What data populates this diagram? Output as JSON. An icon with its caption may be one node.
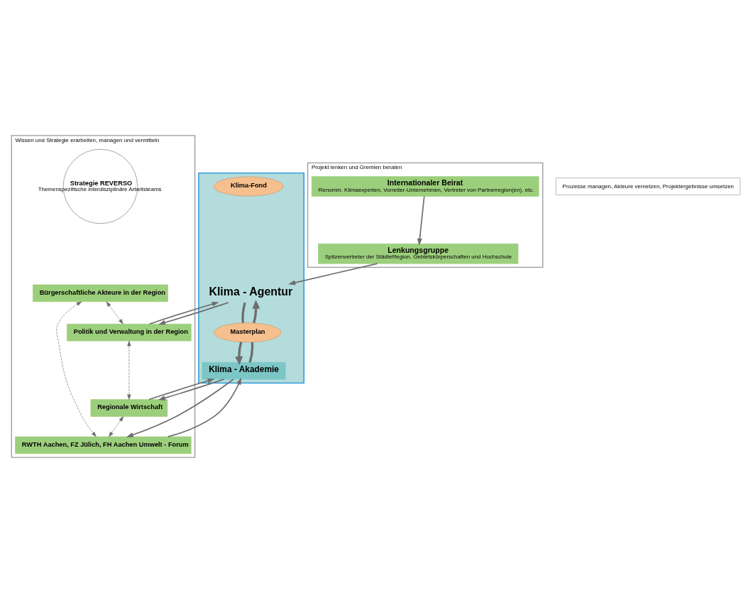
{
  "diagram": {
    "nodes": [
      {
        "text": [
          "Projekt lenken und Gremien beraten"
        ]
      },
      {
        "text": [
          "Lenkungsgruppe",
          "Spitzenvertreter der StädteRegion, Gebietskörperschaften und Hochschule"
        ],
        "in": 0
      },
      {
        "text": [
          "Internationaler Beirat",
          "Renomm. Klimaexperten, Vorreiter-Unternehmen, Vertreter von Partnerregion(en), etc."
        ],
        "in": 0
      },
      {
        "text": [
          "Prozesse managen, Akteure vernetzen, Projektergebnisse umsetzen"
        ]
      },
      {
        "text": [
          "Klima - Agentur"
        ]
      },
      {
        "text": [
          "Masterplan"
        ],
        "in": 4
      },
      {
        "text": [
          "Klima-Fond"
        ],
        "in": 4
      },
      {
        "text": [
          "Wissen und Strategie erarbeiten, managen und vermitteln"
        ]
      },
      {
        "text": [
          "Politik und Verwaltung in der Region"
        ],
        "in": 7
      },
      {
        "text": [
          "Bürgerschaftliche Akteure in der Region"
        ],
        "in": 7
      },
      {
        "text": [
          "Strategie REVERSO",
          "Themenspezifische interdisziplinäre Arbeitsteams"
        ],
        "in": 7
      },
      {
        "text": [
          "Regionale Wirtschaft"
        ],
        "in": 7
      },
      {
        "text": [
          "RWTH Aachen, FZ Jülich, FH Aachen Umwelt - Forum"
        ],
        "in": 7
      },
      {
        "text": [
          "Klima - Akademie"
        ],
        "in": 4
      }
    ],
    "edges": [
      {
        "from": 2,
        "to": 1,
        "arrow": "to"
      },
      {
        "from": 1,
        "to": 4,
        "arrow": "to"
      },
      {
        "from": 5,
        "to": 4,
        "arrow": "to",
        "style": "thick"
      },
      {
        "from": 4,
        "to": 5,
        "arrow": "none",
        "style": "thick"
      },
      {
        "from": 5,
        "to": 13,
        "arrow": "to",
        "style": "thick"
      },
      {
        "from": 13,
        "to": 5,
        "arrow": "none",
        "style": "thick"
      },
      {
        "from": 4,
        "to": 8,
        "arrow": "to"
      },
      {
        "from": 8,
        "to": 4,
        "arrow": "to"
      },
      {
        "from": 11,
        "to": 13,
        "arrow": "to"
      },
      {
        "from": 13,
        "to": 11,
        "arrow": "to"
      },
      {
        "from": 12,
        "to": 13,
        "arrow": "to"
      },
      {
        "from": 13,
        "to": 12,
        "arrow": "to"
      },
      {
        "from": 9,
        "to": 8,
        "arrow": "both",
        "style": "dashed"
      },
      {
        "from": 8,
        "to": 11,
        "arrow": "both",
        "style": "dashed"
      },
      {
        "from": 9,
        "to": 12,
        "arrow": "both",
        "style": "dashed"
      },
      {
        "from": 11,
        "to": 12,
        "arrow": "both",
        "style": "dashed"
      }
    ]
  }
}
